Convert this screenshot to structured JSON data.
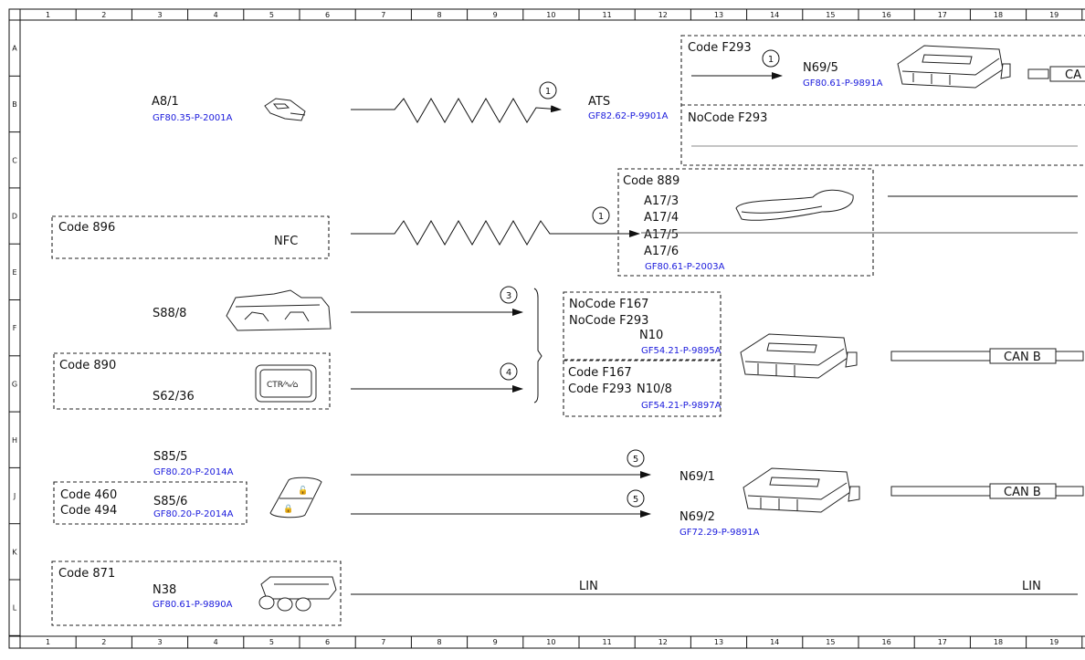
{
  "grid": {
    "columns": [
      "1",
      "2",
      "3",
      "4",
      "5",
      "6",
      "7",
      "8",
      "9",
      "10",
      "11",
      "12",
      "13",
      "14",
      "15",
      "16",
      "17",
      "18",
      "19"
    ],
    "rows": [
      "A",
      "B",
      "C",
      "D",
      "E",
      "F",
      "G",
      "H",
      "J",
      "K",
      "L"
    ]
  },
  "components": {
    "a8_1": {
      "label": "A8/1",
      "ref": "GF80.35-P-2001A"
    },
    "ats": {
      "label": "ATS",
      "ref": "GF82.62-P-9901A"
    },
    "n69_5": {
      "label": "N69/5",
      "ref": "GF80.61-P-9891A"
    },
    "code_f293_top": "Code F293",
    "nocode_f293_top": "NoCode F293",
    "code_896": "Code 896",
    "nfc": "NFC",
    "code_889": "Code 889",
    "a17": [
      "A17/3",
      "A17/4",
      "A17/5",
      "A17/6"
    ],
    "a17_ref": "GF80.61-P-2003A",
    "s88_8": "S88/8",
    "code_890": "Code 890",
    "s62_36": "S62/36",
    "n10_box": {
      "l1": "NoCode F167",
      "l2": "NoCode F293",
      "label": "N10",
      "ref": "GF54.21-P-9895A"
    },
    "n10_8_box": {
      "l1": "Code F167",
      "l2": "Code F293",
      "label": "N10/8",
      "ref": "GF54.21-P-9897A"
    },
    "s85_5": {
      "label": "S85/5",
      "ref": "GF80.20-P-2014A"
    },
    "code_460": "Code 460",
    "code_494": "Code 494",
    "s85_6": {
      "label": "S85/6",
      "ref": "GF80.20-P-2014A"
    },
    "n69_1": "N69/1",
    "n69_2": {
      "label": "N69/2",
      "ref": "GF72.29-P-9891A"
    },
    "code_871": "Code 871",
    "n38": {
      "label": "N38",
      "ref": "GF80.61-P-9890A"
    },
    "can_top": "CA",
    "can_b": "CAN B",
    "lin": "LIN"
  },
  "markers": [
    "1",
    "1",
    "1",
    "3",
    "4",
    "5",
    "5"
  ]
}
